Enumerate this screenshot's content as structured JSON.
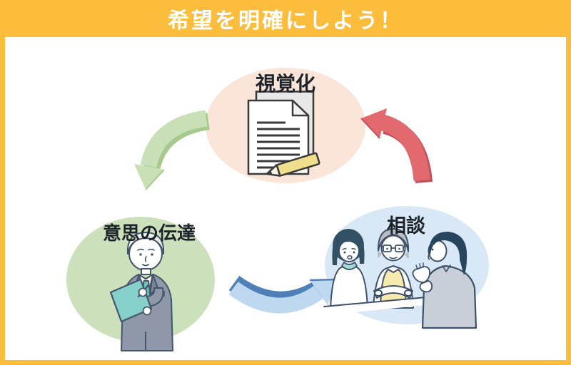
{
  "header": {
    "title": "希望を明確にしよう！",
    "background_color": "#FBBD3B",
    "text_color": "#FFFFFF"
  },
  "frame": {
    "border_color": "#FBBD3B",
    "background_color": "#FFFFFF"
  },
  "cycle": {
    "nodes": [
      {
        "id": "visualization",
        "label": "視覚化",
        "fill_color": "#FBE4D8",
        "position": "top-center",
        "icon": "document-with-pencil-illustration"
      },
      {
        "id": "communication",
        "label": "意思の伝達",
        "fill_color": "#CDE0BC",
        "position": "bottom-left",
        "icon": "businessman-writing-on-clipboard-illustration"
      },
      {
        "id": "consultation",
        "label": "相談",
        "fill_color": "#D9E8F6",
        "position": "bottom-right",
        "icon": "three-people-consulting-illustration"
      }
    ],
    "arrows": [
      {
        "id": "visualization-to-communication",
        "from": "視覚化",
        "to": "意思の伝達",
        "color": "#C9E0B6",
        "shade_color": "#A6C98E"
      },
      {
        "id": "communication-to-consultation",
        "from": "意思の伝達",
        "to": "相談",
        "color": "#BDD8EF",
        "shade_color": "#4F80B8"
      },
      {
        "id": "consultation-to-visualization",
        "from": "相談",
        "to": "視覚化",
        "color": "#E26A6F",
        "shade_color": "#C2505A"
      }
    ]
  }
}
